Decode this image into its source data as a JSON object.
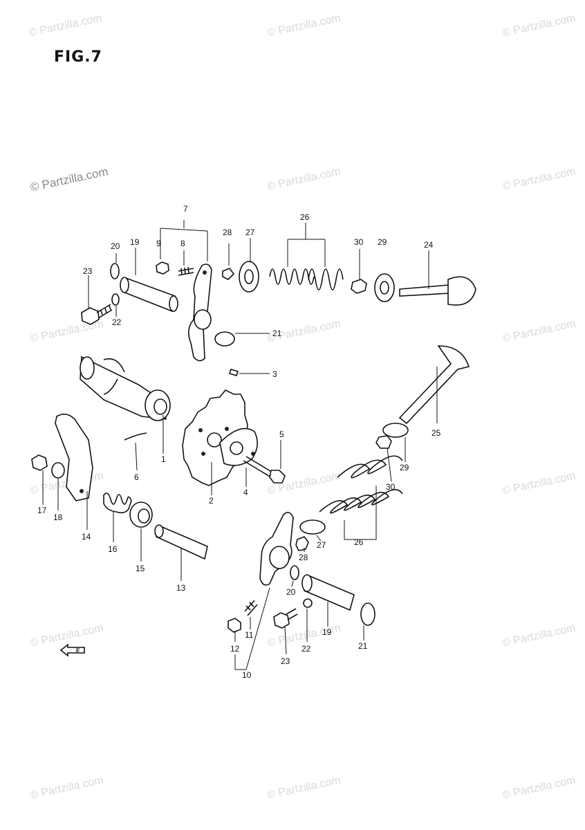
{
  "figure": {
    "title": "FIG.7"
  },
  "watermark": {
    "text": "© Partzilla.com"
  },
  "parts": {
    "p1": "1",
    "p2": "2",
    "p3": "3",
    "p4": "4",
    "p5": "5",
    "p6": "6",
    "p7": "7",
    "p8": "8",
    "p9": "9",
    "p10": "10",
    "p11": "11",
    "p12": "12",
    "p13": "13",
    "p14": "14",
    "p15": "15",
    "p16": "16",
    "p17": "17",
    "p18": "18",
    "p19": "19",
    "p20": "20",
    "p21": "21",
    "p22": "22",
    "p23": "23",
    "p24": "24",
    "p25": "25",
    "p26": "26",
    "p27": "27",
    "p28": "28",
    "p29": "29",
    "p30": "30"
  },
  "front_indicator": {
    "text": "F"
  }
}
